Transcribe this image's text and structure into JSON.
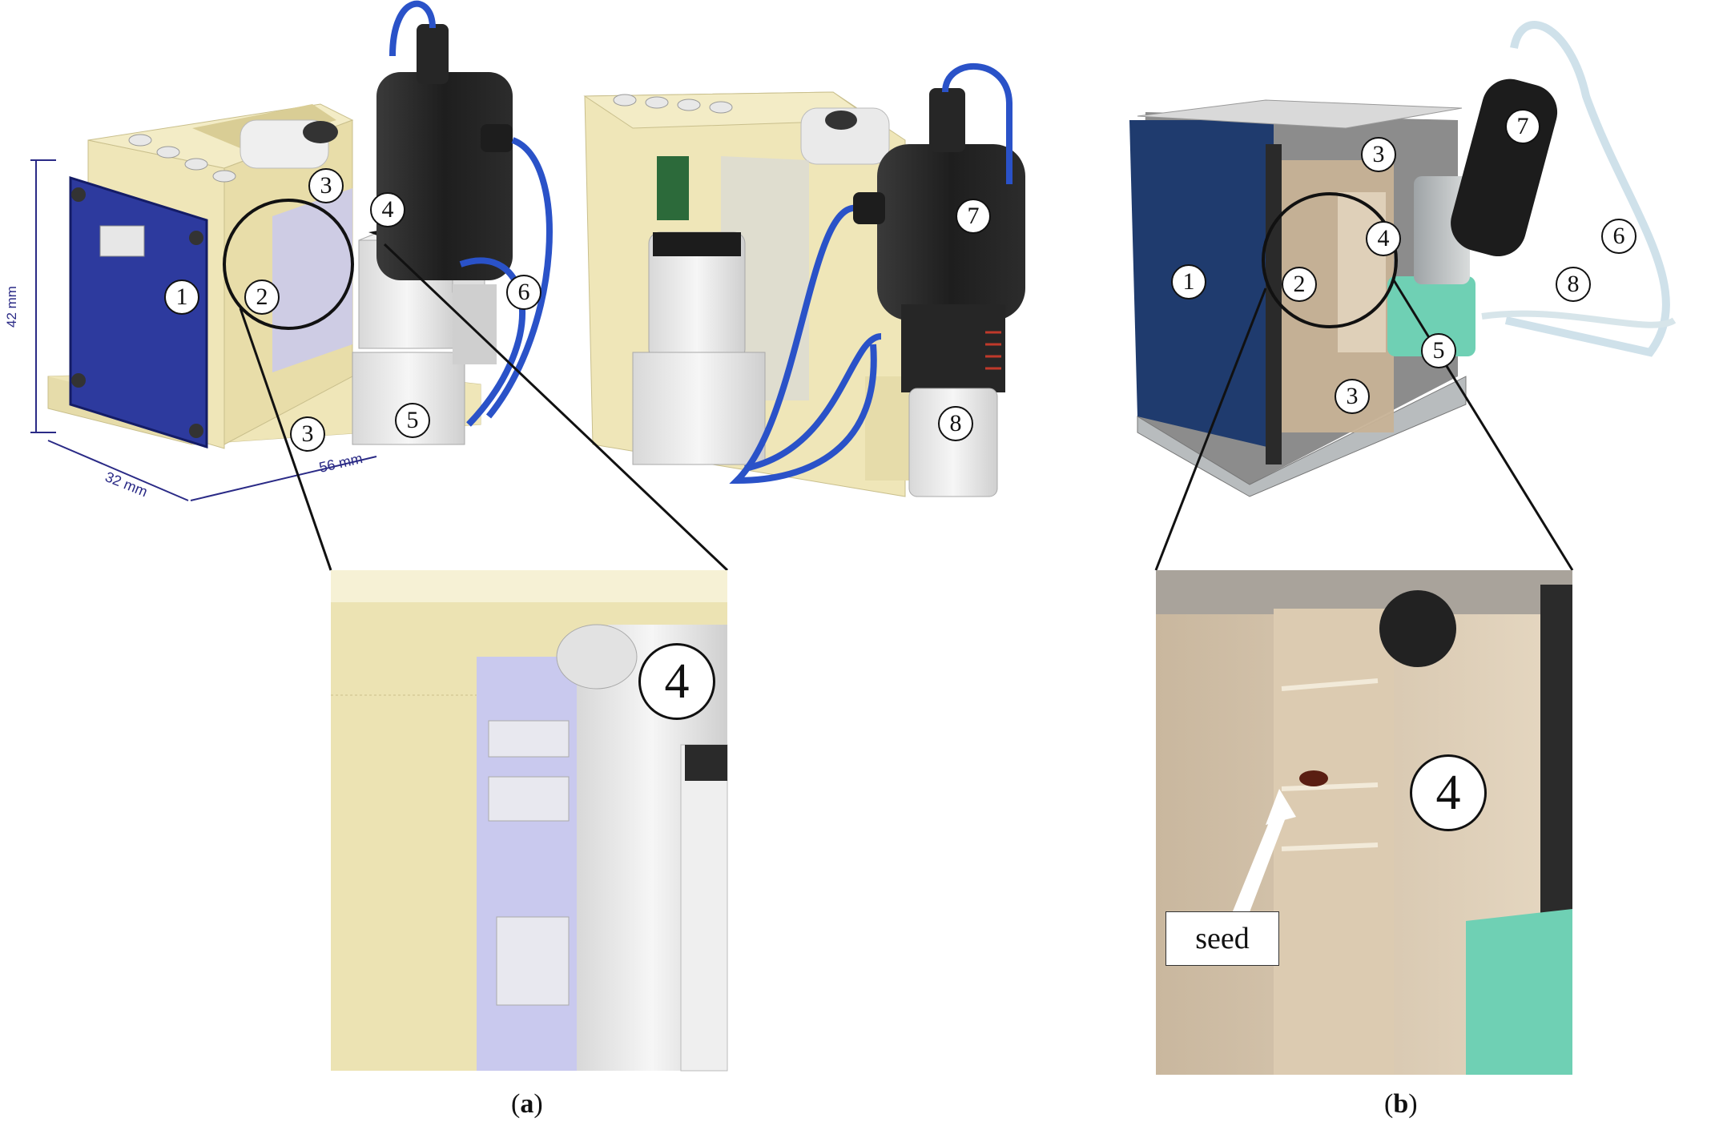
{
  "callouts_a": [
    "1",
    "2",
    "3",
    "4",
    "5",
    "6",
    "3",
    "7",
    "8"
  ],
  "zoom_a": "4",
  "dimensions": {
    "height": "42 mm",
    "depth": "32 mm",
    "width": "56 mm"
  },
  "panel_a": {
    "open": "(",
    "letter": "a",
    "close": ")"
  },
  "callouts_b": [
    "1",
    "2",
    "3",
    "4",
    "5",
    "3",
    "6",
    "7",
    "8"
  ],
  "zoom_b": "4",
  "seed_label": "seed",
  "panel_b": {
    "open": "(",
    "letter": "b",
    "close": ")"
  },
  "colors": {
    "resin_body": "#ece3b3",
    "blue_plate": "#2d3a9e",
    "tubing": "#2a52c8",
    "dark_housing": "#262626",
    "teal_cap": "#6fd0b4",
    "aluminium": "#b8bcbe"
  }
}
